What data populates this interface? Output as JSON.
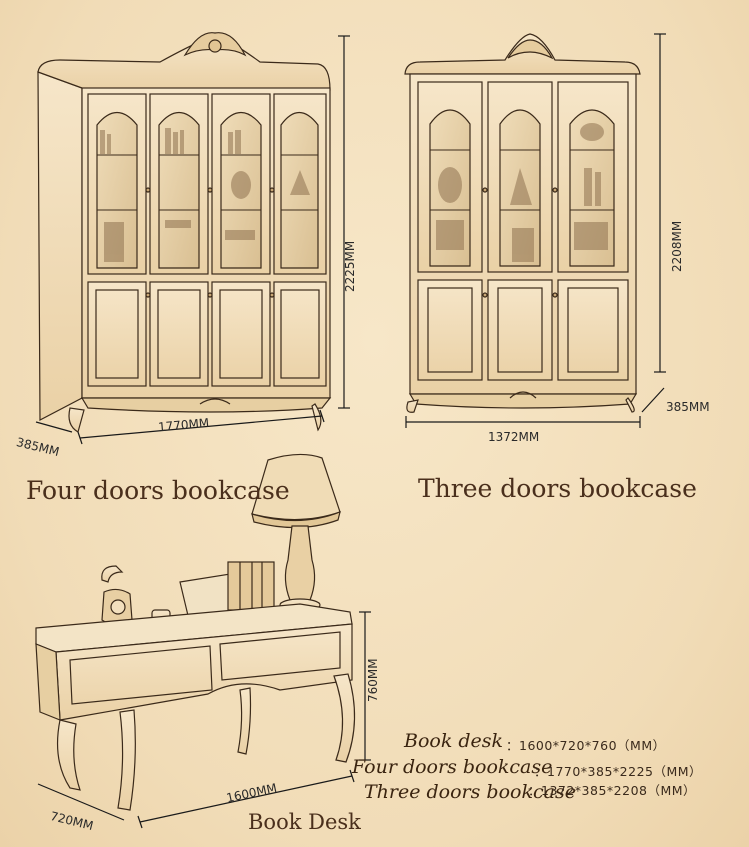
{
  "four_doors": {
    "height_dim": "2225MM",
    "width_dim": "1770MM",
    "depth_dim": "385MM",
    "caption": "Four doors bookcase"
  },
  "three_doors": {
    "height_dim": "2208MM",
    "width_dim": "1372MM",
    "depth_dim": "385MM",
    "caption": "Three doors bookcase"
  },
  "desk": {
    "height_dim": "760MM",
    "width_dim": "1600MM",
    "depth_dim": "720MM",
    "caption": "Book Desk"
  },
  "specs": [
    {
      "label": "Book desk",
      "value": "：1600*720*760（MM）"
    },
    {
      "label": "Four doors bookcase",
      "value": "：1770*385*2225（MM）"
    },
    {
      "label": "Three doors bookcase",
      "value": "：1372*385*2208（MM）"
    }
  ],
  "colors": {
    "background": "#f3e1c0",
    "line": "#3b2a1a",
    "caption": "#4a2f1c"
  }
}
